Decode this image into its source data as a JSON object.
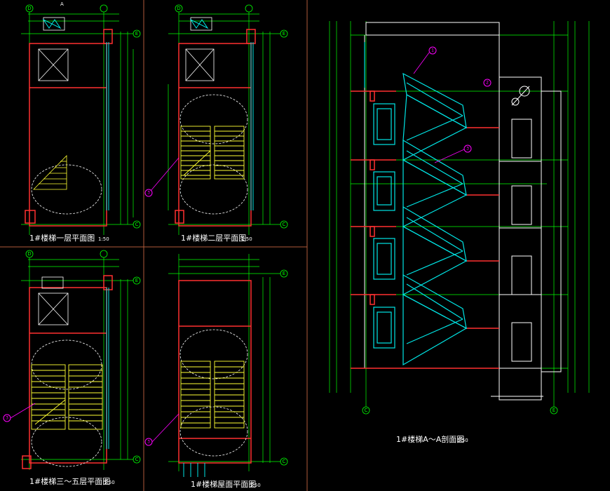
{
  "colors": {
    "background": "#000000",
    "wall": "#ff3030",
    "dimension": "#00ff00",
    "stair_plan": "#ffff33",
    "section_stair": "#00e5e5",
    "outline": "#ffffff",
    "callout": "#ff00ff",
    "panel_divider": "#b05a3a"
  },
  "plans": [
    {
      "title": "1#楼梯一层平面图",
      "scale": "1:50",
      "axis_top": "D",
      "axis_right_top": "E",
      "axis_right_bottom": "C",
      "section_mark": "A"
    },
    {
      "title": "1#楼梯二层平面图",
      "scale": "1:50",
      "axis_top": "D",
      "axis_right_top": "E",
      "axis_right_bottom": "C",
      "callout": "3"
    },
    {
      "title": "1#楼梯三～五层平面图",
      "scale": "1:50",
      "axis_top": "D",
      "axis_right_top": "E",
      "axis_right_bottom": "C",
      "callout": "3"
    },
    {
      "title": "1#楼梯屋面平面图",
      "scale": "1:50",
      "axis_top": "",
      "axis_right_top": "E",
      "axis_right_bottom": "C",
      "callout": "3"
    }
  ],
  "section": {
    "title": "1#楼梯A～A剖面图",
    "scale": "1:50",
    "axis_left": "C",
    "axis_right": "E",
    "callouts": [
      "1",
      "2",
      "3"
    ]
  }
}
